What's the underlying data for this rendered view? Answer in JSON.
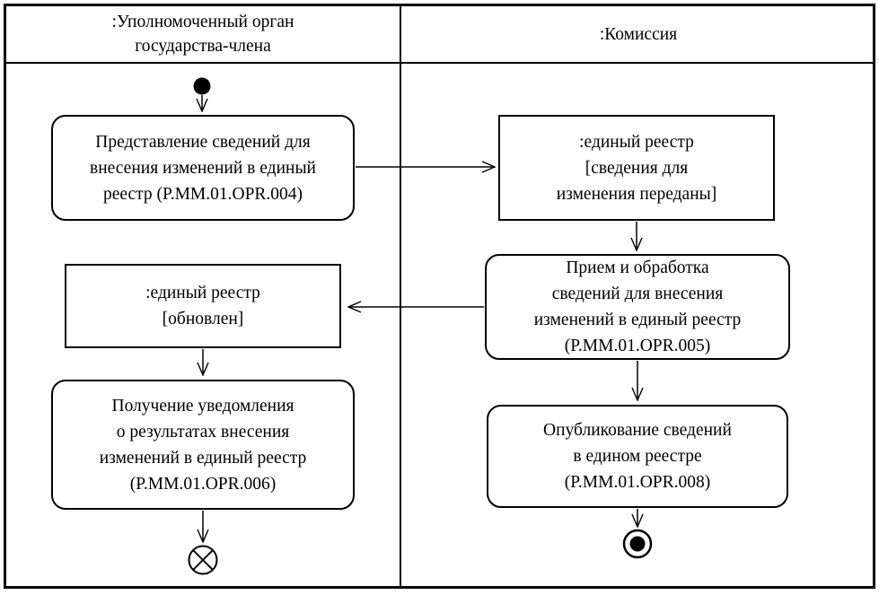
{
  "diagram": {
    "type": "uml-activity-swimlane",
    "colors": {
      "line": "#000000",
      "background": "#ffffff",
      "text": "#000000"
    },
    "lanes": [
      {
        "title": ":Уполномоченный орган\nгосударства-члена"
      },
      {
        "title": ":Комиссия"
      }
    ],
    "nodes": {
      "initial": {
        "type": "initial-node",
        "lane": 0
      },
      "submit": {
        "type": "action",
        "lane": 0,
        "label": "Представление сведений для\nвнесения изменений в единый\nреестр (P.MM.01.OPR.004)"
      },
      "registry_transferred": {
        "type": "object",
        "lane": 1,
        "label": ":единый реестр\n[сведения для\nизменения переданы]"
      },
      "receive_process": {
        "type": "action",
        "lane": 1,
        "label": "Прием и обработка\nсведений для внесения\nизменений в единый реестр\n(P.MM.01.OPR.005)"
      },
      "registry_updated": {
        "type": "object",
        "lane": 0,
        "label": ":единый реестр\n[обновлен]"
      },
      "get_notification": {
        "type": "action",
        "lane": 0,
        "label": "Получение уведомления\nо результатах внесения\nизменений в единый реестр\n(P.MM.01.OPR.006)"
      },
      "publish": {
        "type": "action",
        "lane": 1,
        "label": "Опубликование сведений\nв едином реестре\n(P.MM.01.OPR.008)"
      },
      "flow_final": {
        "type": "flow-final",
        "lane": 0
      },
      "activity_final": {
        "type": "activity-final",
        "lane": 1
      }
    },
    "edges": [
      {
        "from": "initial",
        "to": "submit"
      },
      {
        "from": "submit",
        "to": "registry_transferred"
      },
      {
        "from": "registry_transferred",
        "to": "receive_process"
      },
      {
        "from": "receive_process",
        "to": "registry_updated"
      },
      {
        "from": "registry_updated",
        "to": "get_notification"
      },
      {
        "from": "get_notification",
        "to": "flow_final"
      },
      {
        "from": "receive_process",
        "to": "publish"
      },
      {
        "from": "publish",
        "to": "activity_final"
      }
    ]
  }
}
